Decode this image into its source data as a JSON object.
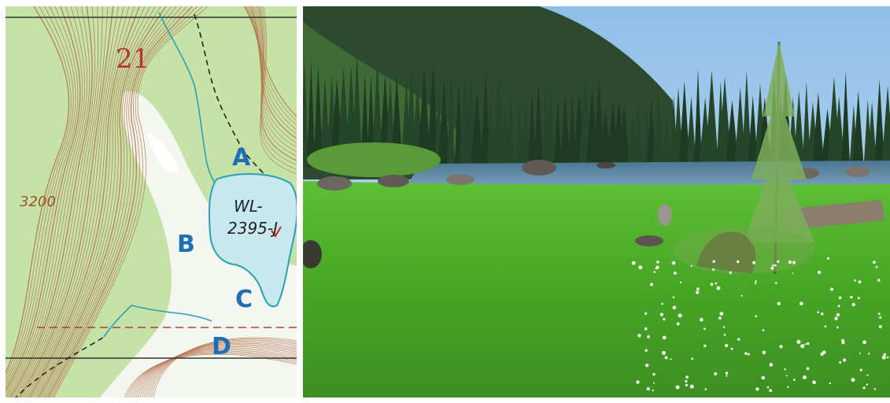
{
  "map": {
    "section_number": "21",
    "elevation_label": "3200",
    "wetland_label_line1": "WL-",
    "wetland_label_line2": "2395-J",
    "point_labels": [
      "A",
      "B",
      "C",
      "D"
    ],
    "colors": {
      "vegetation": "#c5e3a7",
      "clearing": "#f4f7f0",
      "contour": "#b5734d",
      "water_fill": "#c7e8ee",
      "water_outline": "#2aa0b5",
      "label_blue": "#1f6fb5"
    }
  },
  "photo": {
    "subject": "meadow-and-lake",
    "colors": {
      "sky": "#a8cdee",
      "forest": "#1f3a22",
      "lake": "#5d86a3",
      "meadow": "#4fb02a"
    }
  }
}
